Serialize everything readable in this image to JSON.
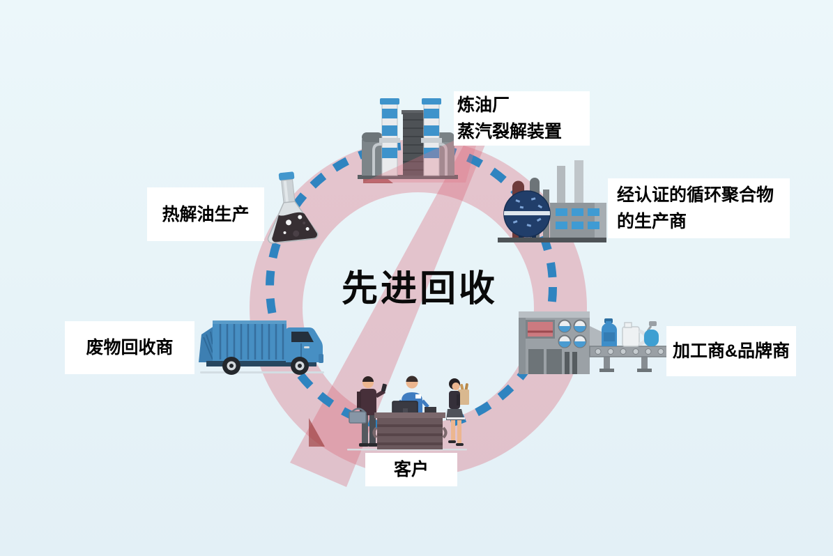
{
  "diagram": {
    "center_title": "先进回收",
    "nodes": {
      "refinery": {
        "line1": "炼油厂",
        "line2": "蒸汽裂解装置",
        "icon": "refinery-steam-cracker-icon"
      },
      "polymer_producer": {
        "line1": "经认证的循环聚合物",
        "line2": "的生产商",
        "icon": "polymer-plant-icon"
      },
      "processor_brand": {
        "label": "加工商&品牌商",
        "icon": "processing-machine-conveyor-icon"
      },
      "customer": {
        "label": "客户",
        "icon": "customers-checkout-icon"
      },
      "waste_recycler": {
        "label": "废物回收商",
        "icon": "garbage-truck-icon"
      },
      "pyrolysis_oil": {
        "label": "热解油生产",
        "icon": "pyrolysis-flask-icon"
      }
    },
    "colors": {
      "background": "#e8f4f8",
      "dash_blue": "#2f84c0",
      "watermark_pink": "#e4c4cc",
      "accent_dark_red": "#993b3b",
      "label_background": "#ffffff",
      "text": "#000000",
      "truck_blue": "#478fc3",
      "sphere_navy": "#213e6a"
    }
  }
}
